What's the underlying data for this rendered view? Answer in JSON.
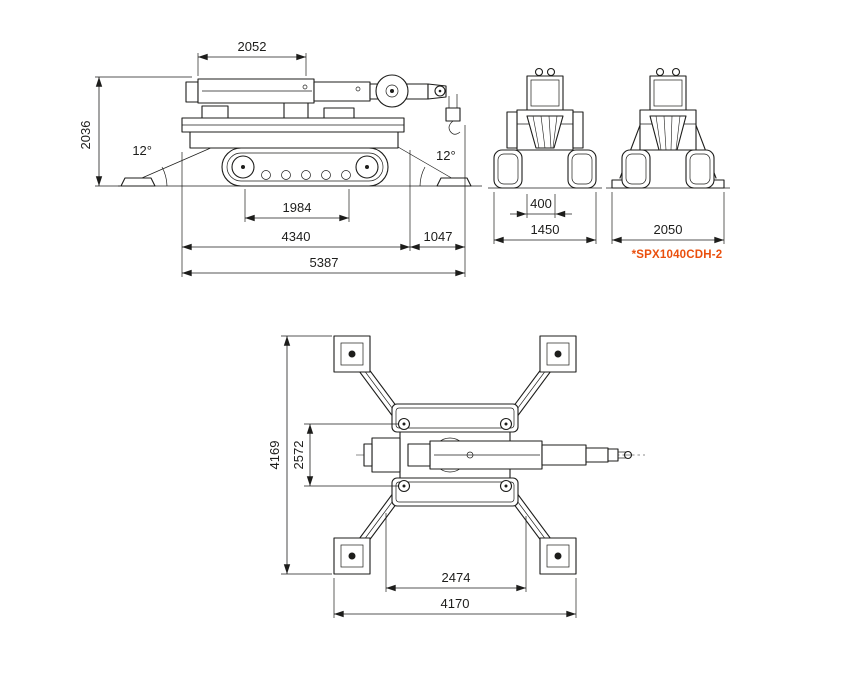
{
  "colors": {
    "line": "#1d1d1b",
    "accent": "#ea4f0d"
  },
  "views": {
    "side": {
      "dims": {
        "front_section_length": "2052",
        "overall_height": "2036",
        "angle_front": "12°",
        "angle_rear": "12°",
        "track_length": "1984",
        "machine_length": "4340",
        "boom_overhang": "1047",
        "overall_length": "5387"
      }
    },
    "front": {
      "dims": {
        "track_width": "400",
        "overall_width": "1450"
      }
    },
    "rear": {
      "dims": {
        "overall_width": "2050"
      },
      "model_label": "*SPX1040CDH-2"
    },
    "plan": {
      "dims": {
        "outrigger_span_width": "4169",
        "support_span_width": "2572",
        "support_span_length": "2474",
        "outrigger_span_length": "4170"
      }
    }
  }
}
